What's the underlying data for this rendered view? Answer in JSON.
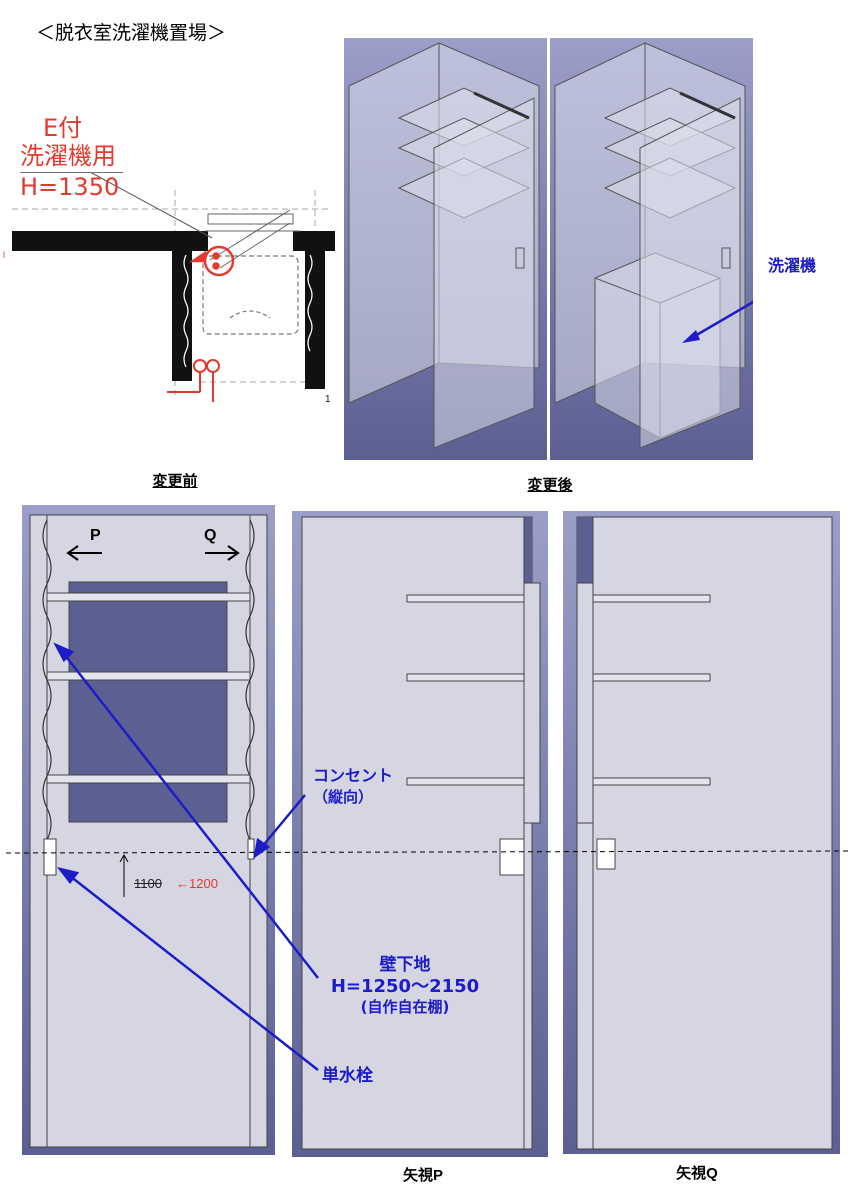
{
  "title": "＜脱衣室洗濯機置場＞",
  "plan": {
    "outlet_label_line1": "E付",
    "outlet_label_line2": "洗濯機用",
    "outlet_label_line3": "H=1350",
    "caption": "変更前"
  },
  "models": {
    "caption": "変更後",
    "washer_label": "洗濯機"
  },
  "elevation_main": {
    "arrow_p": "P",
    "arrow_q": "Q",
    "dim_old": "1100",
    "dim_new": "←1200",
    "outlet_label_line1": "コンセント",
    "outlet_label_line2": "（縦向）",
    "studs_label_line1": "壁下地",
    "studs_label_line2": "H=1250〜2150",
    "studs_label_line3": "(自作自在棚)",
    "faucet_label": "単水栓"
  },
  "view_p": {
    "caption": "矢視P"
  },
  "view_q": {
    "caption": "矢視Q"
  },
  "colors": {
    "red": "#e23a2e",
    "blue": "#1c1cc8",
    "panel_top": "#9a9ec8",
    "panel_bottom": "#5b5f92",
    "wall": "#d6d6e2"
  }
}
